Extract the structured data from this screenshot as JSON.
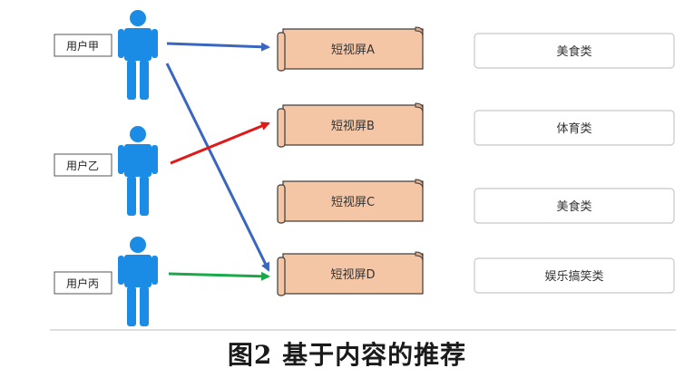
{
  "users": [
    {
      "label": "用户甲"
    },
    {
      "label": "用户乙"
    },
    {
      "label": "用户丙"
    }
  ],
  "videos": [
    {
      "label": "短视屏A"
    },
    {
      "label": "短视屏B"
    },
    {
      "label": "短视屏C"
    },
    {
      "label": "短视屏D"
    }
  ],
  "categories": [
    {
      "label": "美食类"
    },
    {
      "label": "体育类"
    },
    {
      "label": "美食类"
    },
    {
      "label": "娱乐搞笑类"
    }
  ],
  "caption": "图2   基于内容的推荐",
  "colors": {
    "person": "#1a8ce6",
    "scroll_fill": "#f5c6a5",
    "scroll_stroke": "#3a3a3a",
    "arrow_blue": "#3a66c0",
    "arrow_red": "#e01a1a",
    "arrow_green": "#1aa84a"
  }
}
